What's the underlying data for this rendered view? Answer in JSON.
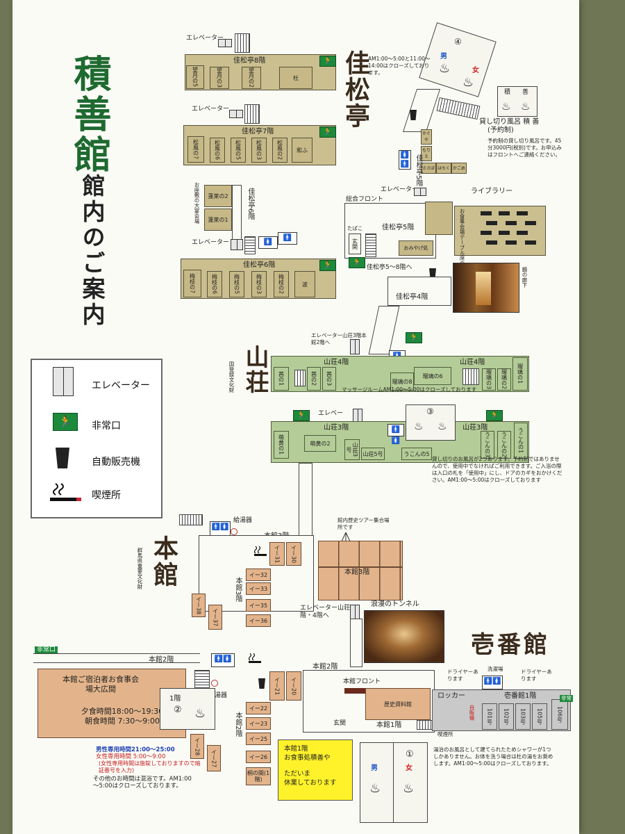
{
  "title": {
    "main": "積善館",
    "sub": "館内のご案内"
  },
  "legend": [
    {
      "icon": "elevator-icon",
      "label": "エレベーター"
    },
    {
      "icon": "emergency-exit-icon",
      "label": "非常口"
    },
    {
      "icon": "vending-machine-icon",
      "label": "自動販売機"
    },
    {
      "icon": "smoking-area-icon",
      "label": "喫煙所"
    }
  ],
  "buildings": {
    "kashotei": "佳松亭",
    "sanso": "山荘",
    "honkan": "本館",
    "ichibankan": "壱番館"
  },
  "designations": {
    "sanso": "国登録文化財",
    "honkan": "群馬県重要文化財"
  },
  "floors": {
    "k8": "佳松亭8階",
    "k7": "佳松亭7階",
    "k6v": "佳松亭6階",
    "k6": "佳松亭6階",
    "k5v": "佳松亭5階",
    "k5": "佳松亭5階",
    "k4": "佳松亭4階",
    "s4a": "山荘4階",
    "s4b": "山荘4階",
    "s3a": "山荘3階",
    "s3b": "山荘3階",
    "h3": "本館3階",
    "h3v": "本館3階",
    "h3b": "本館3階",
    "h2": "本館2階",
    "h2b": "本館2階",
    "h2v": "本館2階",
    "h1": "本館1階",
    "i1": "壱番館1階"
  },
  "rooms": {
    "k8": [
      "望月の5",
      "望月の3",
      "望月の2",
      "杜"
    ],
    "k7": [
      "松風の7",
      "松風の6",
      "松風の5",
      "松風の3",
      "松風の2",
      "和ふ"
    ],
    "k6side": [
      "蓬莱の2",
      "蓬莱の1"
    ],
    "k6side_label": "お座敷の大宴会場",
    "k6": [
      "梅枝の7",
      "梅枝の6",
      "梅枝の5",
      "梅枝の3",
      "梅枝の2",
      "波"
    ],
    "k5shops": [
      "かぐや",
      "もりえ",
      "ささぼ",
      "はちく",
      "かごめ"
    ],
    "k5_dining": "お食事会場テーブル席のラウンジ",
    "k5_library": "ライブラリー",
    "k5_front": "総合フロント",
    "k5_smoke": "たばこ",
    "k5_entrance": "玄関",
    "k5_gift": "おみやげ処",
    "s4": [
      "茜の1",
      "茜の2",
      "茜の3",
      "瑠璃の8",
      "瑠璃の6",
      "瑠璃の3",
      "瑠璃の2",
      "瑠璃の1"
    ],
    "s3": [
      "萌黄の1",
      "萌黄の2",
      "山荘3号",
      "山荘5号",
      "うこんの5",
      "うこんの3",
      "うこんの2",
      "うこんの1"
    ],
    "h3": [
      "イー31",
      "イー30",
      "イー32",
      "イー33",
      "イー35",
      "イー36",
      "イー38",
      "イー37"
    ],
    "h2": [
      "イー21",
      "イー20",
      "イー22",
      "イー23",
      "イー25",
      "イー26",
      "イー28",
      "イー27"
    ],
    "h2_hall": "桐の間(1階)",
    "i1": [
      "101号",
      "102号",
      "103号",
      "105号",
      "106号"
    ],
    "i1_locker": "ロッカー",
    "i1_vend": "自販機"
  },
  "labels": {
    "elevator": "エレベーター",
    "elevator_k5": "エレベーター",
    "k5_8": "佳松亭5～8階へ",
    "corridor": "鏡の廊下",
    "elev_s3": "エレベーター山荘3階本館2階へ",
    "massage": "マッサージルームAM1:00～5:00はクローズしております",
    "elev_s3b": "エレベー",
    "kyuto": "給湯器",
    "kyuto2": "給湯器",
    "history_tour": "館内歴史ツアー集合場所です",
    "elev_h3": "エレベーター山荘3階・4階へ",
    "tunnel": "浪漫のトンネル",
    "exit_sign": "非常口",
    "exit_sign2": "非常",
    "honkan_front": "本館フロント",
    "history_room": "歴史資料館",
    "entrance": "玄関",
    "dryer1": "ドライヤーあります",
    "dryer2": "ドライヤーあります",
    "sink": "洗濯場",
    "smoke_room": "喫煙所"
  },
  "baths": {
    "b4_num": "④",
    "b4_men": "男",
    "b4_women": "女",
    "b4_note": "AM1:00～5:00と11:00～14:00はクローズしております。",
    "private_title": "貸し切り風呂 積 善",
    "private_sub": "(予約制)",
    "private_a": "積",
    "private_b": "善",
    "private_note": "予約制の貸し切り風呂です。45分3000円(税別)です。お申込みはフロントへご連絡ください。",
    "b3_num": "③",
    "b3_note": "貸し切りのお風呂が2つあります。予約制ではありませんので、使用中でなければご利用できます。ご入浴の際は入口の札を「使用中」にし、ドアのカギをおかけください。AM1:00～5:00はクローズしております",
    "b2_floor": "1階",
    "b2_num": "②",
    "b2_men_hours": "男性専用時間21:00～25:00",
    "b2_women_hours": "女性専用時間 5:00～9:00",
    "b2_women_note": "(女性専用時間は施錠しておりますので暗証番号を入力)",
    "b2_other": "その他のお時間は混浴です。AM1:00～5:00はクローズしております。",
    "b1_num": "①",
    "b1_men": "男",
    "b1_women": "女",
    "b1_note": "湯治のお風呂として建てられたためシャワーが1つしかありません。お体を洗う場合は杜の湯をお奨めします。AM1:00～5:00はクローズしております。"
  },
  "dining": {
    "title": "本館ご宿泊者お食事会場大広間",
    "dinner": "夕食時間18:00～19:30",
    "breakfast": "朝食時間 7:30～9:00"
  },
  "notice": {
    "line1": "本館1階",
    "line2": "お食事処積善や",
    "line3": "ただいま",
    "line4": "休業しております"
  },
  "colors": {
    "kashotei": "#cbbf90",
    "sanso": "#b4cc97",
    "honkan": "#e3b48b",
    "title": "#1e6a30"
  }
}
